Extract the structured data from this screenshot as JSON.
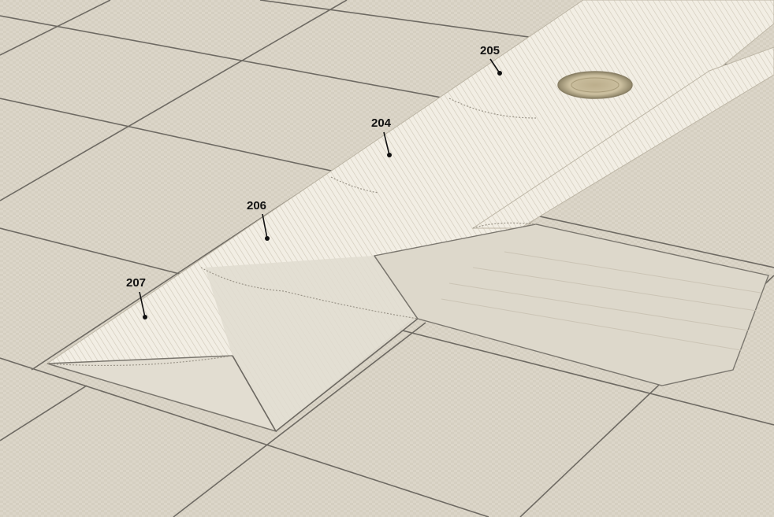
{
  "colors": {
    "floor": "#dcd6c9",
    "floor_shadow": "#cfc8b9",
    "joint_line": "#6e6a63",
    "strip": "#f1ede3",
    "strip_hatch": "#c9c2b3",
    "sheet": "#ddd7ca",
    "sheet_edge": "#7b776f",
    "callout_text": "#111111"
  },
  "callouts": [
    {
      "id": "205",
      "label": "205"
    },
    {
      "id": "204",
      "label": "204"
    },
    {
      "id": "206",
      "label": "206"
    },
    {
      "id": "207",
      "label": "207"
    }
  ],
  "icons": {
    "drain": "floor-drain-icon"
  }
}
